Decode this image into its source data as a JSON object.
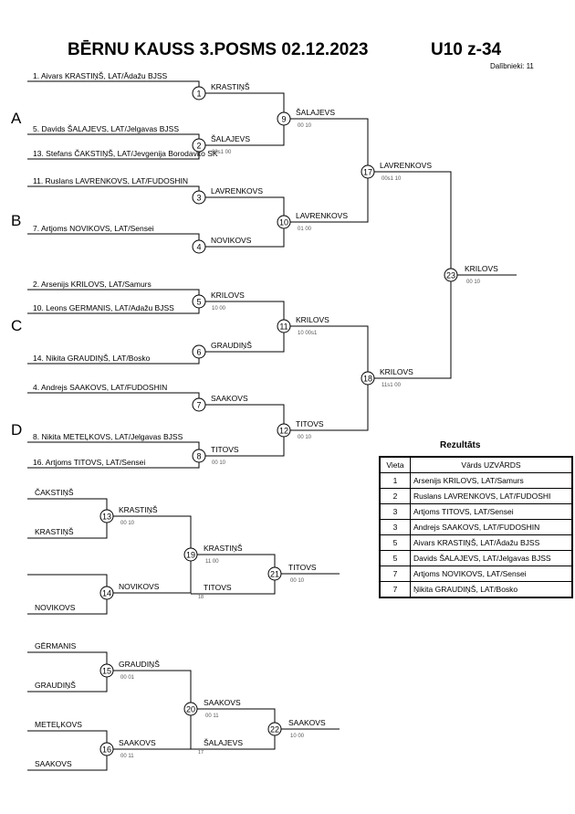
{
  "header": {
    "title": "BĒRNU KAUSS 3.POSMS  02.12.2023",
    "category": "U10 z-34",
    "participants": "Dalībnieki: 11"
  },
  "groups": [
    "A",
    "B",
    "C",
    "D"
  ],
  "entrants": [
    "1. Aivars KRASTIŅŠ, LAT/Ādažu BJSS",
    "5. Davids ŠALAJEVS, LAT/Jelgavas BJSS",
    "13. Stefans ČAKSTIŅŠ, LAT/Jevgenija Borodavko SK",
    "11. Ruslans LAVRENKOVS, LAT/FUDOSHIN",
    "7. Artjoms NOVIKOVS, LAT/Sensei",
    "2. Arsenijs KRILOVS, LAT/Samurs",
    "10. Leons GERMANIS, LAT/Adažu BJSS",
    "14. Nikita GRAUDIŅŠ, LAT/Bosko",
    "4. Andrejs SAAKOVS, LAT/FUDOSHIN",
    "8. Nikita METEĻKOVS, LAT/Jelgavas BJSS",
    "16. Artjoms TITOVS, LAT/Sensei"
  ],
  "matches": [
    {
      "id": "1",
      "winner": "KRASTIŅŠ",
      "score": ""
    },
    {
      "id": "2",
      "winner": "ŠALAJEVS",
      "score": "00s1 00"
    },
    {
      "id": "3",
      "winner": "LAVRENKOVS",
      "score": ""
    },
    {
      "id": "4",
      "winner": "NOVIKOVS",
      "score": ""
    },
    {
      "id": "5",
      "winner": "KRILOVS",
      "score": "10   00"
    },
    {
      "id": "6",
      "winner": "GRAUDIŅŠ",
      "score": ""
    },
    {
      "id": "7",
      "winner": "SAAKOVS",
      "score": ""
    },
    {
      "id": "8",
      "winner": "TITOVS",
      "score": "00   10"
    },
    {
      "id": "9",
      "winner": "ŠALAJEVS",
      "score": "00   10"
    },
    {
      "id": "10",
      "winner": "LAVRENKOVS",
      "score": "01   00"
    },
    {
      "id": "11",
      "winner": "KRILOVS",
      "score": "10   00s1"
    },
    {
      "id": "12",
      "winner": "TITOVS",
      "score": "00   10"
    },
    {
      "id": "17",
      "winner": "LAVRENKOVS",
      "score": "00s1   10"
    },
    {
      "id": "18",
      "winner": "KRILOVS",
      "score": "11s1   00"
    },
    {
      "id": "23",
      "winner": "KRILOVS",
      "score": "00   10"
    }
  ],
  "repechage": {
    "entrants": [
      "ČAKSTIŅŠ",
      "KRASTIŅŠ",
      "NOVIKOVS",
      "GĒRMANIS",
      "GRAUDIŅŠ",
      "METEĻKOVS",
      "SAAKOVS"
    ],
    "matches": [
      {
        "id": "13",
        "winner": "KRASTIŅŠ",
        "score": "00   10"
      },
      {
        "id": "14",
        "winner": "NOVIKOVS",
        "score": ""
      },
      {
        "id": "19",
        "winner": "KRASTIŅŠ",
        "score": "11   00"
      },
      {
        "id": "19b",
        "winner": "TITOVS",
        "score": "18"
      },
      {
        "id": "21",
        "winner": "TITOVS",
        "score": "00   10"
      },
      {
        "id": "15",
        "winner": "GRAUDIŅŠ",
        "score": "00   01"
      },
      {
        "id": "16",
        "winner": "SAAKOVS",
        "score": "00   11"
      },
      {
        "id": "20",
        "winner": "SAAKOVS",
        "score": "00   11"
      },
      {
        "id": "20b",
        "winner": "ŠALAJEVS",
        "score": "17"
      },
      {
        "id": "22",
        "winner": "SAAKOVS",
        "score": "10   00"
      }
    ]
  },
  "results": {
    "title": "Rezultāts",
    "col_place": "Vieta",
    "col_name": "Vārds UZVĀRDS",
    "rows": [
      {
        "place": "1",
        "name": "Arsenijs KRILOVS, LAT/Samurs"
      },
      {
        "place": "2",
        "name": "Ruslans LAVRENKOVS, LAT/FUDOSHI"
      },
      {
        "place": "3",
        "name": "Artjoms TITOVS, LAT/Sensei"
      },
      {
        "place": "3",
        "name": "Andrejs SAAKOVS, LAT/FUDOSHIN"
      },
      {
        "place": "5",
        "name": "Aivars KRASTIŅŠ, LAT/Ādažu BJSS"
      },
      {
        "place": "5",
        "name": "Davids ŠALAJEVS, LAT/Jelgavas BJSS"
      },
      {
        "place": "7",
        "name": "Artjoms NOVIKOVS, LAT/Sensei"
      },
      {
        "place": "7",
        "name": "Ņikita GRAUDIŅŠ, LAT/Bosko"
      }
    ]
  }
}
